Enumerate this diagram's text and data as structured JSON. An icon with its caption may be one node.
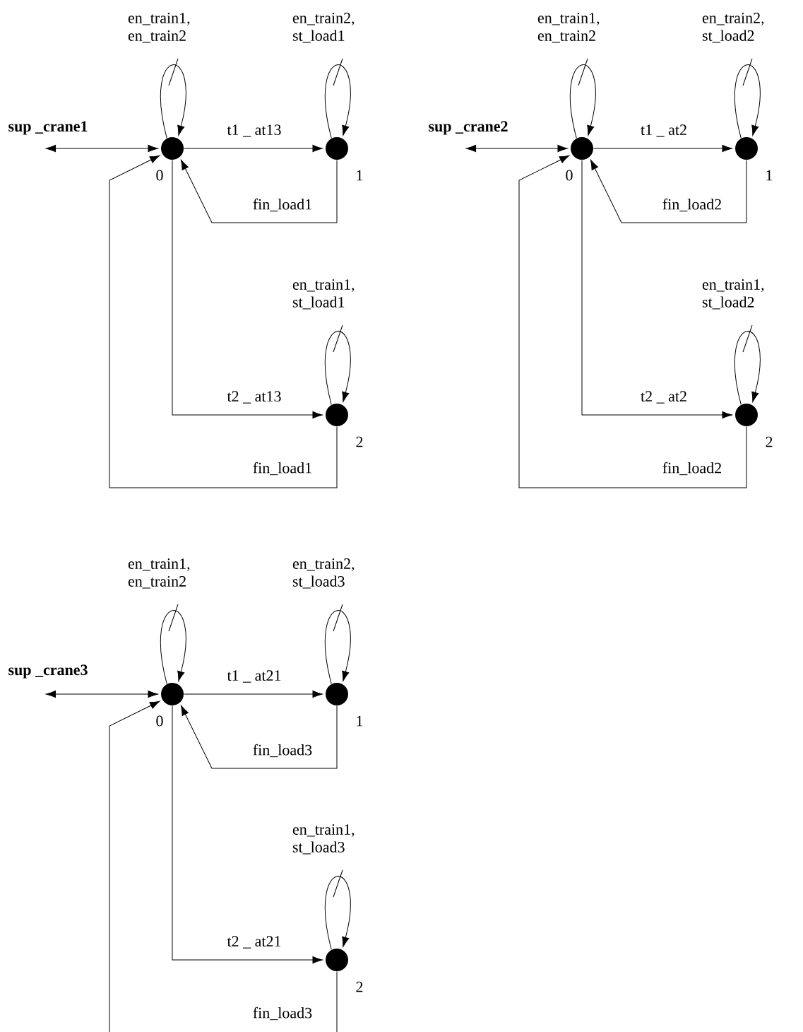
{
  "diagram": {
    "nodes": [
      {
        "text": [
          "sup _crane1"
        ]
      },
      {
        "text": [],
        "shape": "circle",
        "beside": [
          "0"
        ]
      },
      {
        "text": [],
        "shape": "circle",
        "beside": [
          "1"
        ]
      },
      {
        "text": [],
        "shape": "circle",
        "beside": [
          "2"
        ]
      },
      {
        "text": [
          "sup _crane2"
        ]
      },
      {
        "text": [],
        "shape": "circle",
        "beside": [
          "0"
        ]
      },
      {
        "text": [],
        "shape": "circle",
        "beside": [
          "1"
        ]
      },
      {
        "text": [],
        "shape": "circle",
        "beside": [
          "2"
        ]
      },
      {
        "text": [
          "sup _crane3"
        ]
      },
      {
        "text": [],
        "shape": "circle",
        "beside": [
          "0"
        ]
      },
      {
        "text": [],
        "shape": "circle",
        "beside": [
          "1"
        ]
      },
      {
        "text": [],
        "shape": "circle",
        "beside": [
          "2"
        ]
      }
    ],
    "edges": [
      {
        "from": 0,
        "to": 1,
        "arrow": "both"
      },
      {
        "from": 1,
        "to": 1,
        "arrow": "to",
        "label": "en_train1, en_train2"
      },
      {
        "from": 2,
        "to": 2,
        "arrow": "to",
        "label": "en_train2, st_load1"
      },
      {
        "from": 1,
        "to": 2,
        "arrow": "to",
        "label": "t1 _ at13"
      },
      {
        "from": 2,
        "to": 1,
        "arrow": "to",
        "label": "fin_load1"
      },
      {
        "from": 3,
        "to": 3,
        "arrow": "to",
        "label": "en_train1, st_load1"
      },
      {
        "from": 1,
        "to": 3,
        "arrow": "to",
        "label": "t2 _ at13"
      },
      {
        "from": 3,
        "to": 1,
        "arrow": "to",
        "label": "fin_load1"
      },
      {
        "from": 4,
        "to": 5,
        "arrow": "both"
      },
      {
        "from": 5,
        "to": 5,
        "arrow": "to",
        "label": "en_train1, en_train2"
      },
      {
        "from": 6,
        "to": 6,
        "arrow": "to",
        "label": "en_train2, st_load2"
      },
      {
        "from": 5,
        "to": 6,
        "arrow": "to",
        "label": "t1 _ at2"
      },
      {
        "from": 6,
        "to": 5,
        "arrow": "to",
        "label": "fin_load2"
      },
      {
        "from": 7,
        "to": 7,
        "arrow": "to",
        "label": "en_train1, st_load2"
      },
      {
        "from": 5,
        "to": 7,
        "arrow": "to",
        "label": "t2 _ at2"
      },
      {
        "from": 7,
        "to": 5,
        "arrow": "to",
        "label": "fin_load2"
      },
      {
        "from": 8,
        "to": 9,
        "arrow": "both"
      },
      {
        "from": 9,
        "to": 9,
        "arrow": "to",
        "label": "en_train1, en_train2"
      },
      {
        "from": 10,
        "to": 10,
        "arrow": "to",
        "label": "en_train2, st_load3"
      },
      {
        "from": 9,
        "to": 10,
        "arrow": "to",
        "label": "t1 _ at21"
      },
      {
        "from": 10,
        "to": 9,
        "arrow": "to",
        "label": "fin_load3"
      },
      {
        "from": 11,
        "to": 11,
        "arrow": "to",
        "label": "en_train1, st_load3"
      },
      {
        "from": 9,
        "to": 11,
        "arrow": "to",
        "label": "t2 _ at21"
      },
      {
        "from": 11,
        "to": 9,
        "arrow": "to",
        "label": "fin_load3"
      }
    ]
  }
}
